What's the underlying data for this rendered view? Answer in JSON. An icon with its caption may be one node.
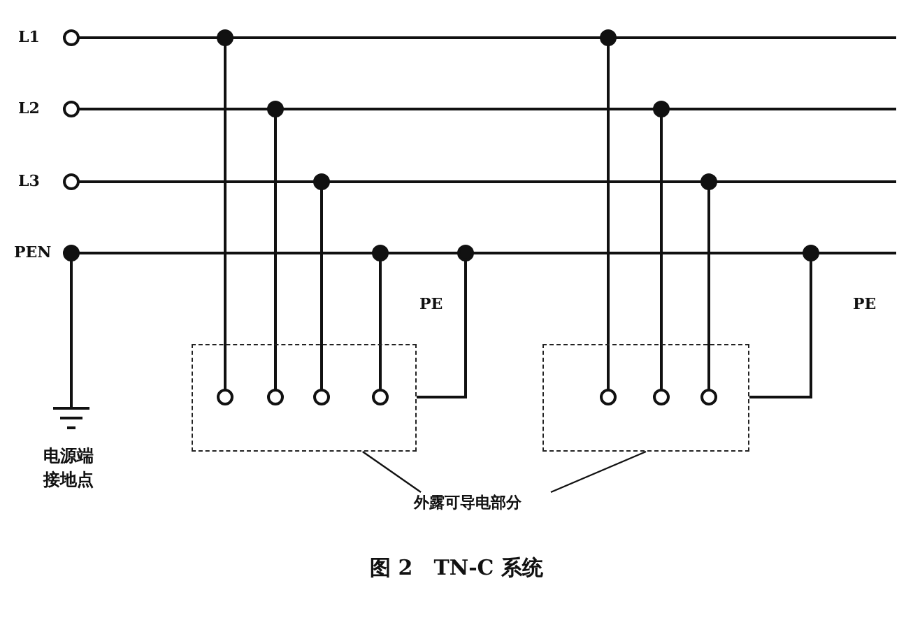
{
  "diagram": {
    "caption": "图 2　TN-C 系统",
    "nodes": [
      {
        "text": [],
        "shape": "box"
      },
      {
        "text": [],
        "shape": "box"
      },
      {
        "text": [
          "外露可导电部分"
        ]
      }
    ],
    "edges": [
      {
        "from": 2,
        "to": 0,
        "arrow": "none"
      },
      {
        "from": 2,
        "to": 1,
        "arrow": "none"
      }
    ],
    "labels": [
      "L1",
      "L2",
      "L3",
      "PEN",
      "PE",
      "PE",
      "电源端接地点"
    ]
  }
}
